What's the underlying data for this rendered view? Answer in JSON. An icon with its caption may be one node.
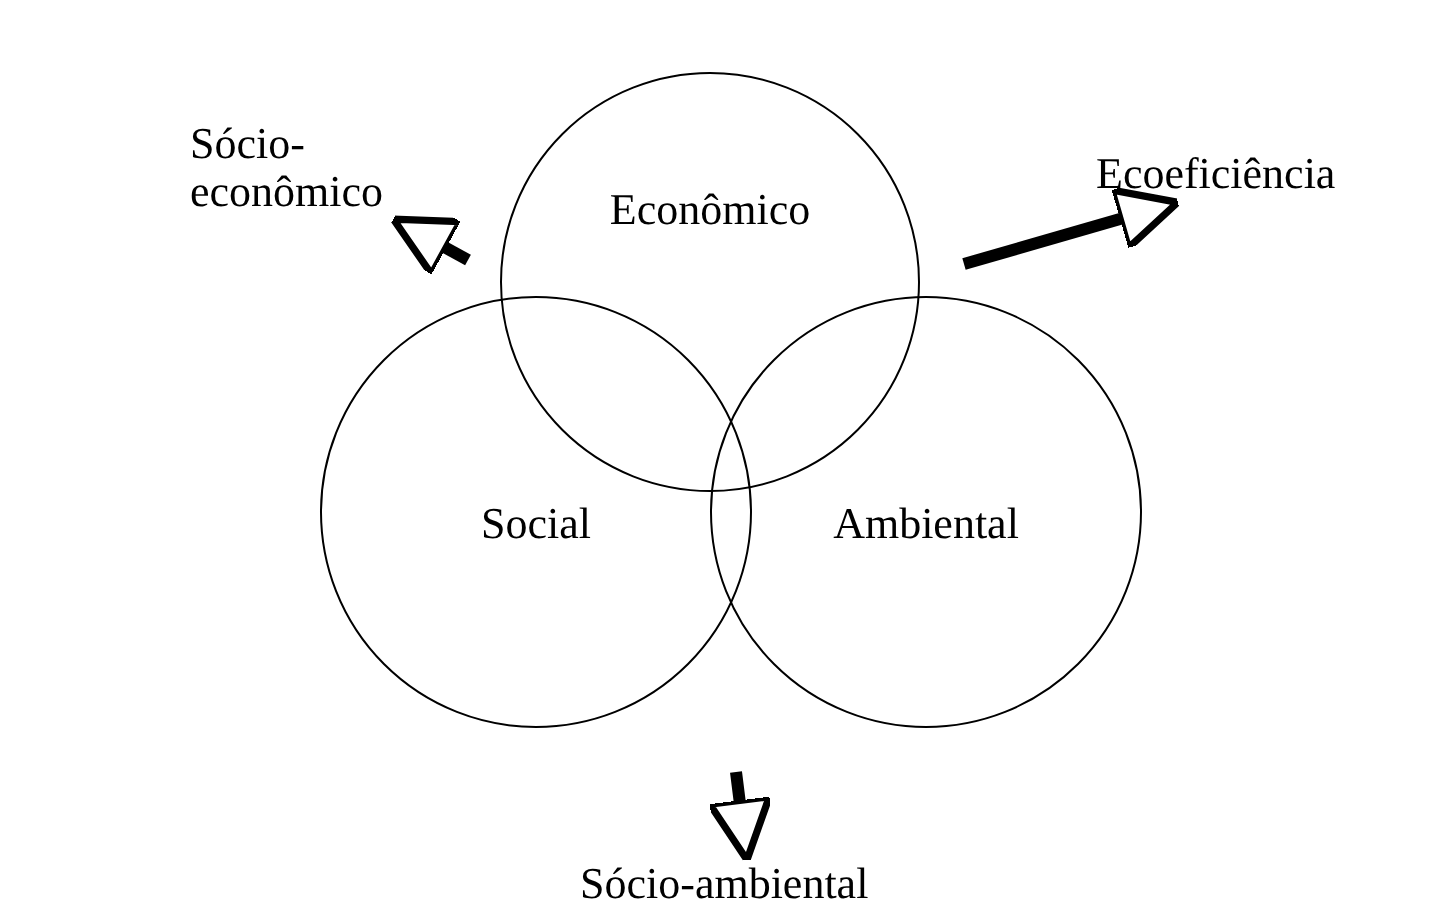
{
  "diagram": {
    "nodes": [
      {
        "text": [
          "Sócio-econômico"
        ]
      },
      {
        "text": [
          "Econômico"
        ]
      },
      {
        "text": [
          "Ecoeficiência"
        ]
      },
      {
        "text": [
          "Social"
        ]
      },
      {
        "text": [
          "Ambiental"
        ]
      },
      {
        "text": [
          "Sócio-ambiental"
        ]
      }
    ],
    "edges": [
      {
        "from": null,
        "to": 0,
        "arrow": "to"
      },
      {
        "from": null,
        "to": 2,
        "arrow": "to"
      },
      {
        "from": null,
        "to": 5,
        "arrow": "to"
      }
    ]
  }
}
